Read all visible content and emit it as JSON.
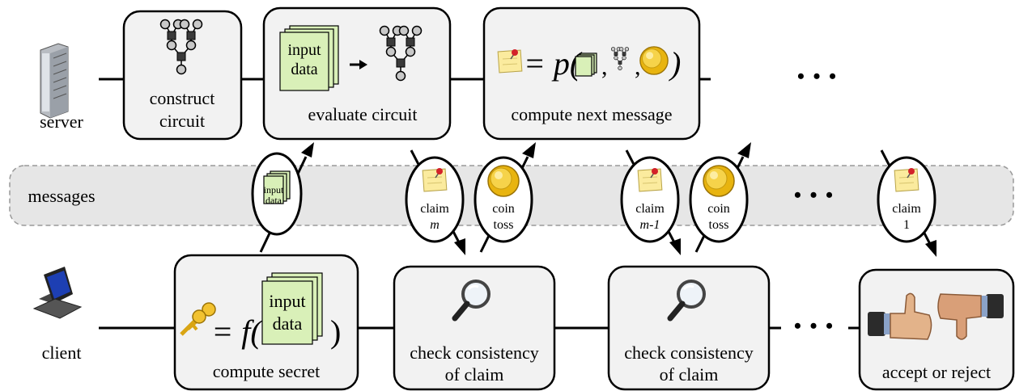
{
  "rows": {
    "server_label": "server",
    "messages_label": "messages",
    "client_label": "client"
  },
  "server_boxes": {
    "construct": [
      "construct",
      "circuit"
    ],
    "evaluate": "evaluate circuit",
    "compute_next": "compute next message",
    "formula_p": "= p(",
    "ellipsis": "• • •"
  },
  "input_data": [
    "input",
    "data"
  ],
  "messages": [
    {
      "lines": [
        "input",
        "data"
      ]
    },
    {
      "lines": [
        "claim",
        "m"
      ]
    },
    {
      "lines": [
        "coin",
        "toss"
      ]
    },
    {
      "lines": [
        "claim",
        "m-1"
      ]
    },
    {
      "lines": [
        "coin",
        "toss"
      ]
    },
    {
      "lines": [
        "claim",
        "1"
      ]
    }
  ],
  "messages_ellipsis": "• • •",
  "client_boxes": {
    "compute_secret": "compute secret",
    "formula_f": "= f(",
    "check_1": [
      "check consistency",
      "of claim"
    ],
    "check_2": [
      "check consistency",
      "of claim"
    ],
    "accept_reject": "accept or reject",
    "ellipsis": "• • •"
  },
  "colors": {
    "box_fill": "#f2f2f2",
    "band_fill": "#e6e6e6",
    "paper_fill": "#d9f0b8",
    "note_fill": "#fbeb9e",
    "coin_fill": "#f0c419"
  },
  "icons": [
    "server-icon",
    "laptop-icon",
    "circuit-icon",
    "input-data-icon",
    "sticky-note-icon",
    "coin-icon",
    "key-icon",
    "magnifier-icon",
    "thumbs-up-icon",
    "thumbs-down-icon"
  ]
}
